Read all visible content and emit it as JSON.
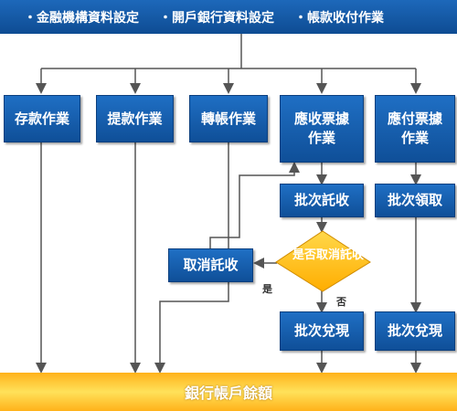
{
  "header": {
    "items": [
      "・金融機構資料設定",
      "・開戶銀行資料設定",
      "・帳款收付作業"
    ]
  },
  "boxes": {
    "deposit": "存款作業",
    "withdraw": "提款作業",
    "transfer": "轉帳作業",
    "receivable": "應收票據作業",
    "payable": "應付票據作業",
    "batch_collect": "批次託收",
    "batch_receive": "批次領取",
    "cancel_collect": "取消託收",
    "batch_cash_left": "批次兌現",
    "batch_cash_right": "批次兌現"
  },
  "decision": {
    "text": "是否取消託收",
    "yes_label": "是",
    "no_label": "否"
  },
  "footer": {
    "label": "銀行帳戶餘額"
  },
  "colors": {
    "box": "#1a5fae",
    "decision": "#ffc20e",
    "footer": "#ffc62a",
    "line": "#555555"
  }
}
